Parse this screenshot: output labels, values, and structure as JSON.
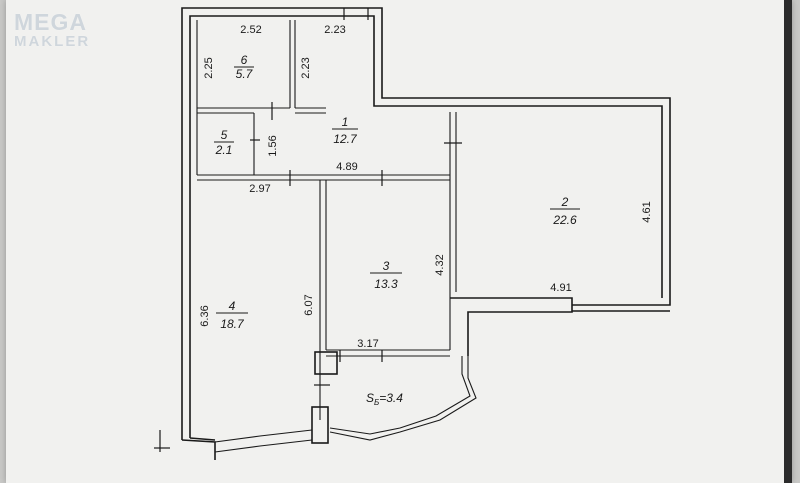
{
  "watermark": {
    "line1": "MEGA",
    "line2": "MAKLER"
  },
  "rooms": [
    {
      "number": "1",
      "area": "12.7"
    },
    {
      "number": "2",
      "area": "22.6"
    },
    {
      "number": "3",
      "area": "13.3"
    },
    {
      "number": "4",
      "area": "18.7"
    },
    {
      "number": "5",
      "area": "2.1"
    },
    {
      "number": "6",
      "area": "5.7"
    }
  ],
  "balcony": {
    "label_prefix": "S",
    "label_sub": "Б",
    "area": "=3.4"
  },
  "dimensions": {
    "d_252": "2.52",
    "d_223_top": "2.23",
    "d_225": "2.25",
    "d_223_side": "2.23",
    "d_156": "1.56",
    "d_489": "4.89",
    "d_297": "2.97",
    "d_461": "4.61",
    "d_432": "4.32",
    "d_491": "4.91",
    "d_636": "6.36",
    "d_607": "6.07",
    "d_317": "3.17"
  }
}
